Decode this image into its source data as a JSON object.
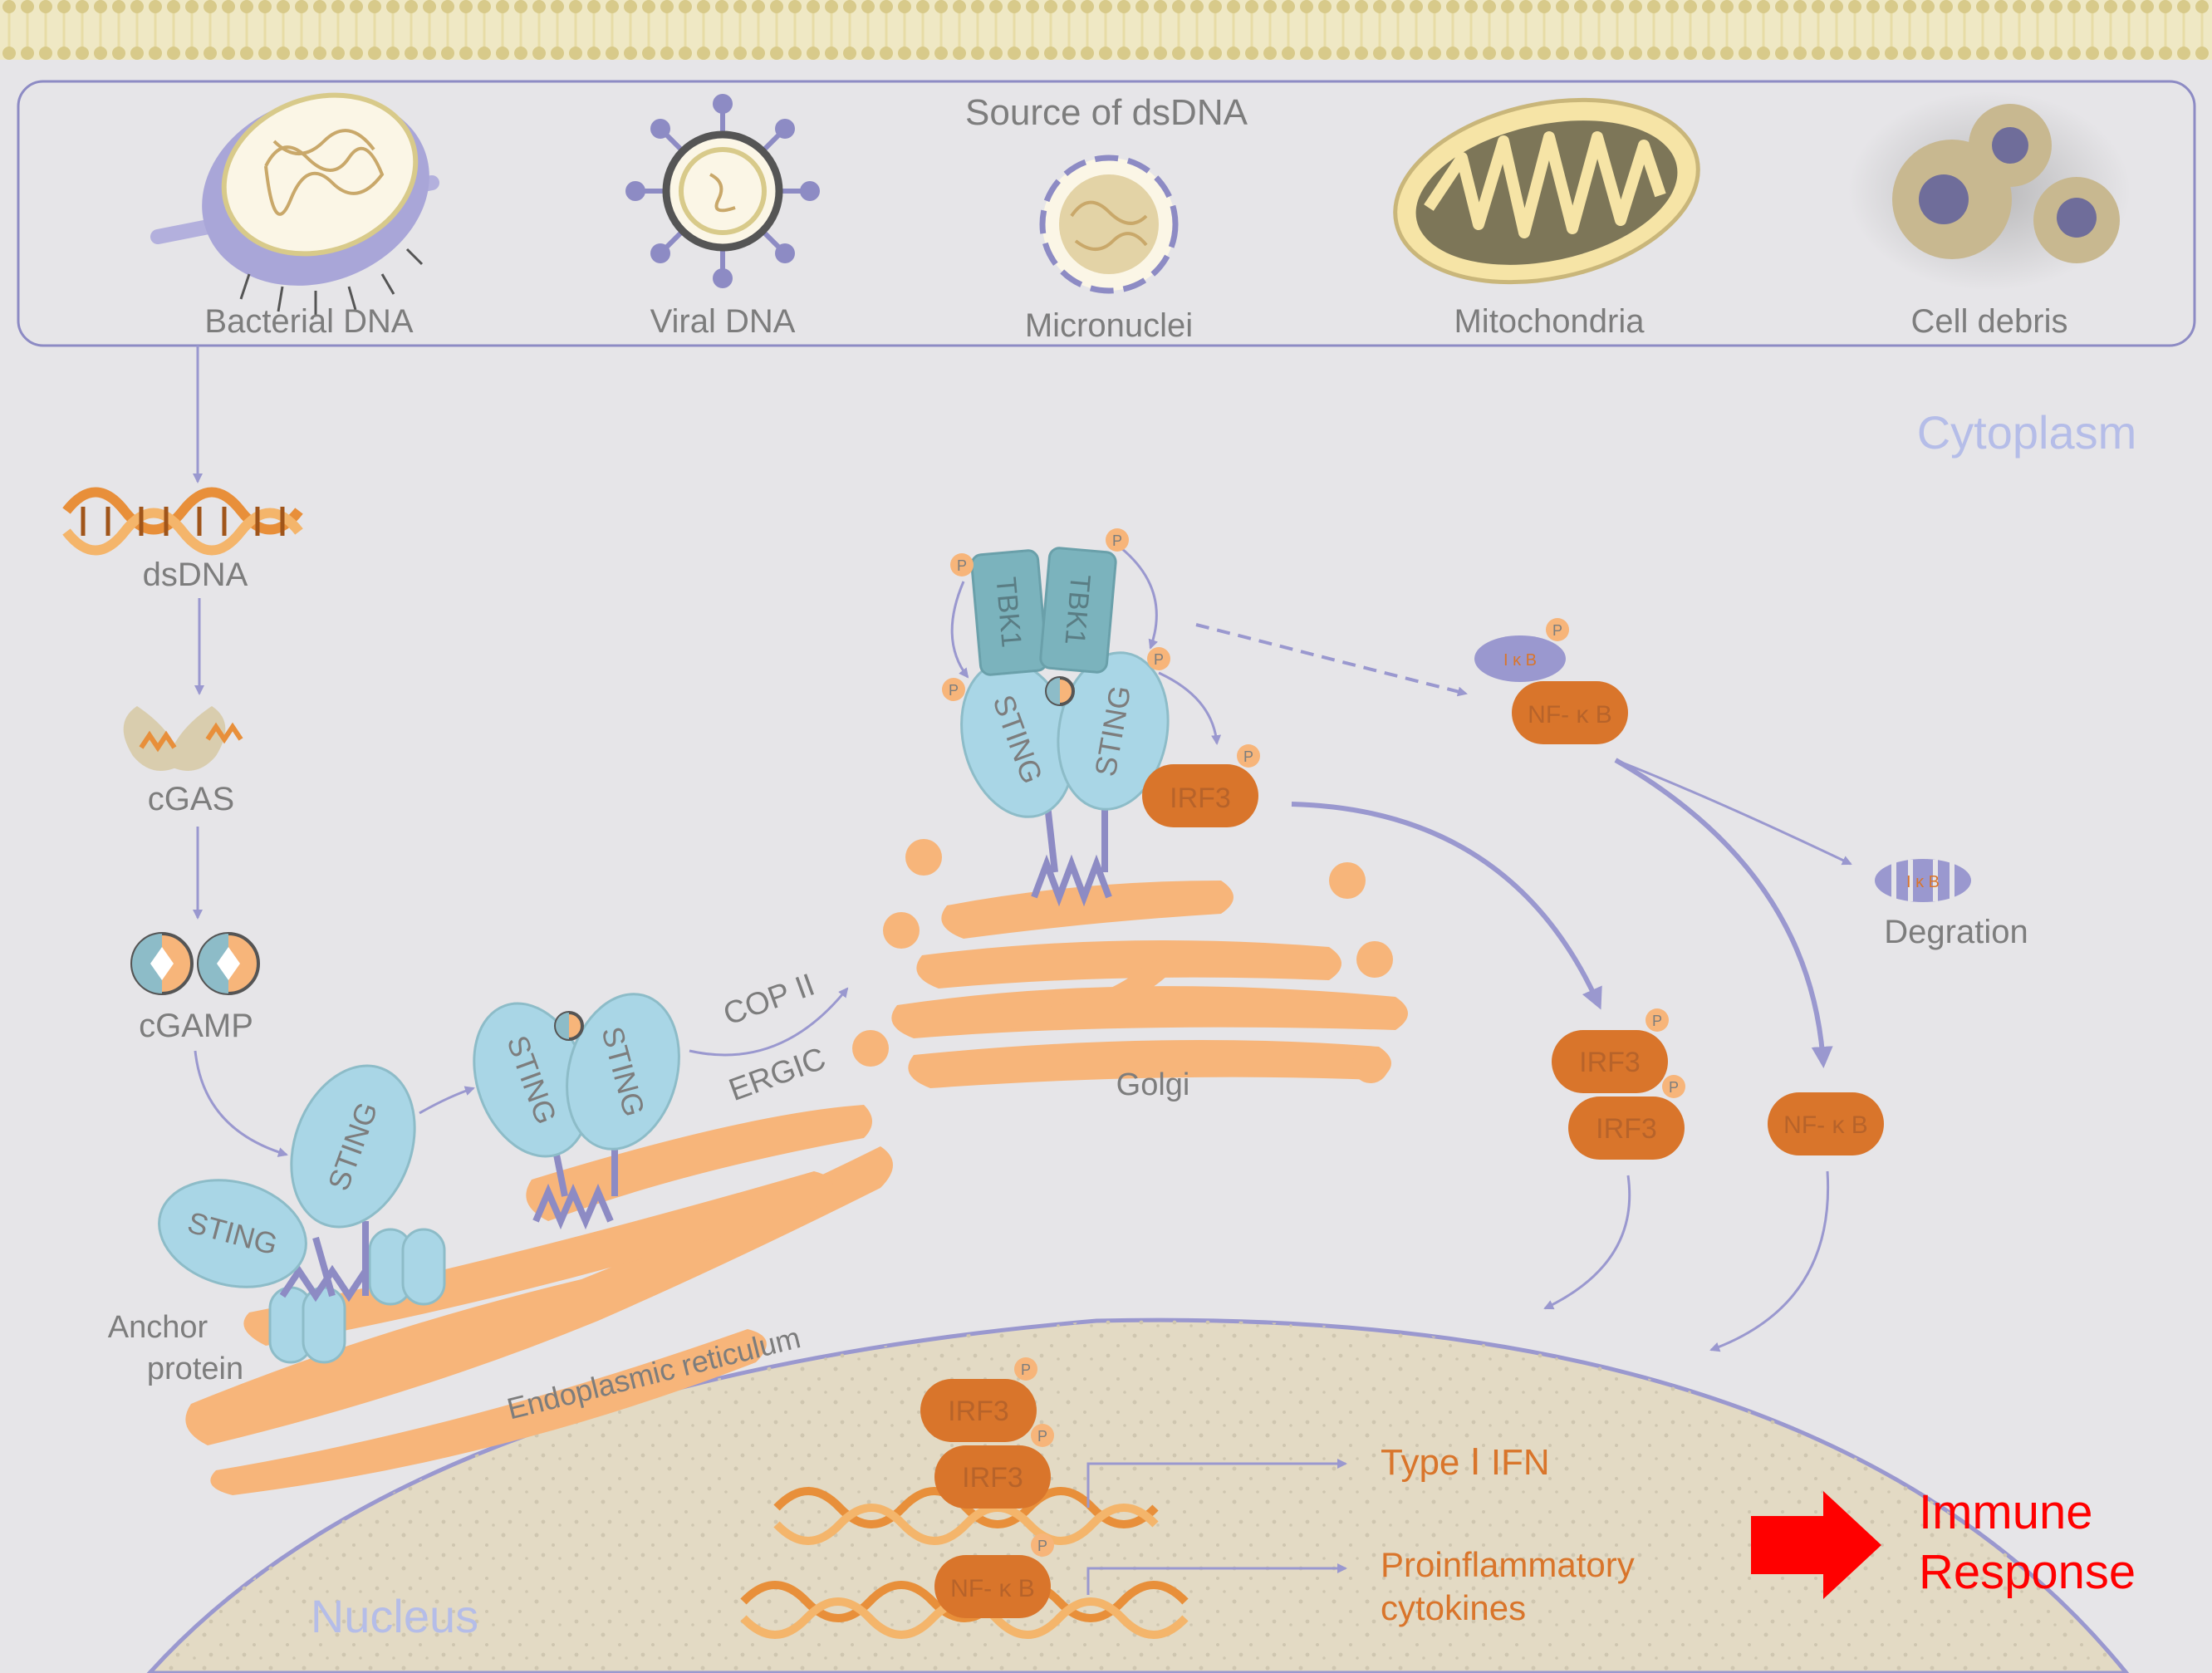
{
  "source_panel": {
    "title": "Source of dsDNA",
    "items": [
      {
        "label": "Bacterial DNA",
        "icon": "bacterium-icon"
      },
      {
        "label": "Viral DNA",
        "icon": "virus-icon"
      },
      {
        "label": "Micronuclei",
        "icon": "micronucleus-icon"
      },
      {
        "label": "Mitochondria",
        "icon": "mitochondrion-icon"
      },
      {
        "label": "Cell debris",
        "icon": "cell-debris-icon"
      }
    ]
  },
  "compartments": {
    "cytoplasm": "Cytoplasm",
    "nucleus": "Nucleus"
  },
  "pathway": {
    "dsdna": "dsDNA",
    "cgas": "cGAS",
    "cgamp": "cGAMP",
    "anchor_protein": "Anchor\nprotein",
    "er": "Endoplasmic reticulum",
    "cop2": "COP II",
    "ergic": "ERGIC",
    "golgi": "Golgi",
    "degradation": "Degration"
  },
  "proteins": {
    "sting": "STING",
    "tbk1": "TBK1",
    "irf3": "IRF3",
    "nfkb": "NF- κ B",
    "ikb": "I κ B",
    "phospho": "P"
  },
  "outputs": {
    "type1_ifn": "Type Ⅰ IFN",
    "proinflammatory": "Proinflammatory\ncytokines",
    "immune_response": "Immune\nResponse"
  },
  "colors": {
    "background": "#e6e5e8",
    "panel_border": "#8d8bc4",
    "arrow": "#9a98cf",
    "orange": "#f7b57a",
    "dark_orange": "#d9752b",
    "sting_blue": "#a9d6e6",
    "tbk1_teal": "#7bb3bd",
    "nucleus_fill": "#e3dac4",
    "red": "#ff0000",
    "label_gray": "#7d7d7d",
    "cytoplasm_label": "#b5bde8"
  }
}
